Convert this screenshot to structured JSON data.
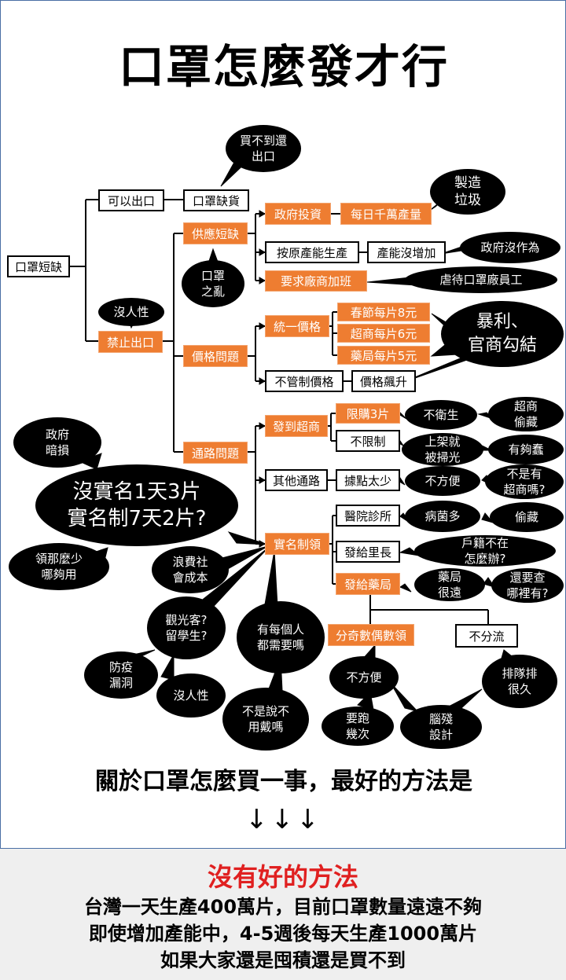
{
  "title": "口罩怎麼發才行",
  "nodes": {
    "root": "口罩短缺",
    "allow_export": "可以出口",
    "mask_shortage": "口罩缺貨",
    "ban_export": "禁止出口",
    "supply_short": "供應短缺",
    "gov_invest": "政府投資",
    "daily_10m": "每日千萬產量",
    "original_capacity": "按原產能生產",
    "capacity_no_increase": "產能沒增加",
    "require_overtime": "要求廠商加班",
    "price_issue": "價格問題",
    "uniform_price": "統一價格",
    "price_spring": "春節每片8元",
    "price_store": "超商每片6元",
    "price_pharmacy": "藥局每片5元",
    "no_price_control": "不管制價格",
    "price_soar": "價格飆升",
    "channel_issue": "通路問題",
    "to_store": "發到超商",
    "limit_3": "限購3片",
    "no_limit": "不限制",
    "other_channel": "其他通路",
    "few_spots": "據點太少",
    "realname": "實名制領",
    "clinic": "醫院診所",
    "village_chief": "發給里長",
    "pharmacy": "發給藥局",
    "odd_even": "分奇數偶數領",
    "no_split": "不分流"
  },
  "bubbles": {
    "cant_buy_export": "買不到還\n出口",
    "make_garbage": "製造\n垃圾",
    "gov_inaction": "政府沒作為",
    "mask_chaos": "口罩\n之亂",
    "abuse_workers": "虐待口罩廠員工",
    "inhumane_top": "沒人性",
    "profiteering": "暴利、\n官商勾結",
    "store_hoard": "超商\n偷藏",
    "unhygienic": "不衛生",
    "swept_away": "上架就\n被掃光",
    "enough_fools": "有夠蠢",
    "inconvenient_1": "不方便",
    "is_there_store": "不是有\n超商嗎?",
    "gov_secret": "政府\n暗損",
    "realname_main": "沒實名1天3片\n實名制7天2片?",
    "bacteria": "病菌多",
    "hoard": "偷藏",
    "no_household": "戶籍不在\n怎麼辦?",
    "pharmacy_far": "藥局\n很遠",
    "still_search": "還要查\n哪裡有?",
    "not_enough": "領那麼少\n哪夠用",
    "waste_social": "浪費社\n會成本",
    "tourists": "觀光客?\n留學生?",
    "everyone_need": "有每個人\n都需要嗎",
    "epidemic_gap": "防疫\n漏洞",
    "inhumane_bottom": "沒人性",
    "said_no_need": "不是說不\n用戴嗎",
    "inconvenient_2": "不方便",
    "run_several": "要跑\n幾次",
    "queue_long": "排隊排\n很久",
    "brain_dead": "腦殘\n設計"
  },
  "question": "關於口罩怎麼買一事，最好的方法是",
  "arrows": "↓↓↓",
  "footer": {
    "headline": "沒有好的方法",
    "line1": "台灣一天生產400萬片，目前口罩數量遠遠不夠",
    "line2": "即使增加產能中，4-5週後每天生產1000萬片",
    "line3": "如果大家還是囤積還是買不到"
  },
  "colors": {
    "orange": "#ee7d31",
    "black": "#000000",
    "red": "#e02020",
    "border_blue": "#4a6fa5"
  }
}
